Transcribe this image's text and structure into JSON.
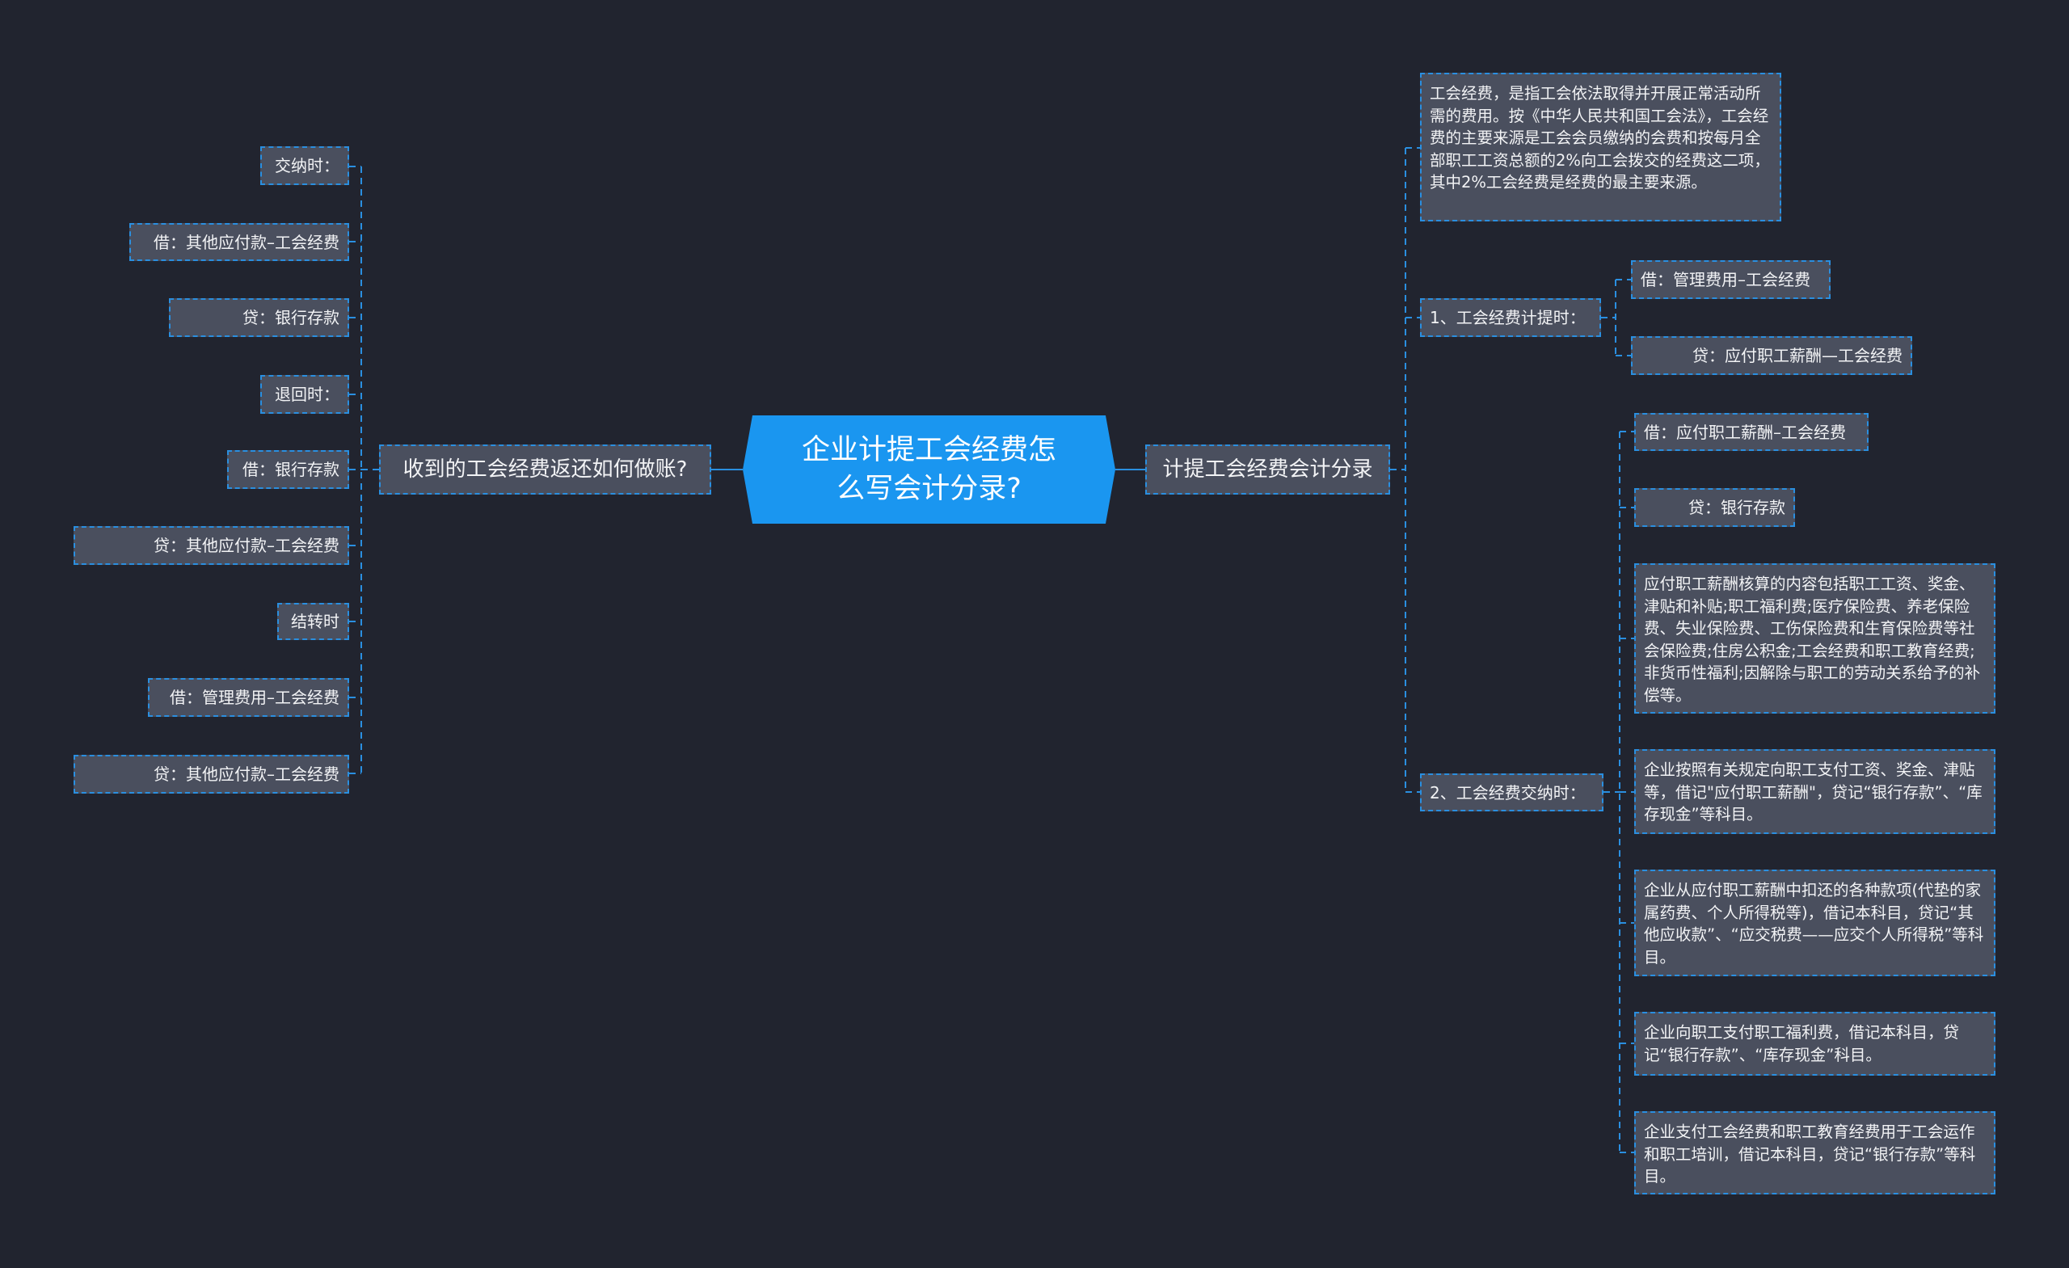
{
  "colors": {
    "background": "#21242f",
    "center": "#1a96f0",
    "node": "#4a4f5e",
    "border": "#2a8fe0"
  },
  "center": {
    "title": "企业计提工会经费怎么写会计分录?"
  },
  "left_branch": {
    "label": "收到的工会经费返还如何做账?",
    "children": [
      "交纳时：",
      "借：其他应付款–工会经费",
      "贷：银行存款",
      "退回时：",
      "借：银行存款",
      "贷：其他应付款–工会经费",
      "结转时",
      "借：管理费用–工会经费",
      "贷：其他应付款–工会经费"
    ]
  },
  "right_branch": {
    "label": "计提工会经费会计分录",
    "description": "工会经费，是指工会依法取得并开展正常活动所需的费用。按《中华人民共和国工会法》，工会经费的主要来源是工会会员缴纳的会费和按每月全部职工工资总额的2%向工会拨交的经费这二项，其中2%工会经费是经费的最主要来源。",
    "step1": {
      "label": "1、工会经费计提时：",
      "children": [
        "借：管理费用–工会经费",
        "贷：应付职工薪酬—工会经费"
      ]
    },
    "step2": {
      "label": "2、工会经费交纳时：",
      "children": [
        "借：应付职工薪酬–工会经费",
        "贷：银行存款",
        "应付职工薪酬核算的内容包括职工工资、奖金、津贴和补贴;职工福利费;医疗保险费、养老保险费、失业保险费、工伤保险费和生育保险费等社会保险费;住房公积金;工会经费和职工教育经费;非货币性福利;因解除与职工的劳动关系给予的补偿等。",
        "企业按照有关规定向职工支付工资、奖金、津贴等，借记\"应付职工薪酬\"，贷记“银行存款”、“库存现金”等科目。",
        "企业从应付职工薪酬中扣还的各种款项(代垫的家属药费、个人所得税等)，借记本科目，贷记“其他应收款”、“应交税费——应交个人所得税”等科目。",
        "企业向职工支付职工福利费，借记本科目，贷记“银行存款”、“库存现金”科目。",
        "企业支付工会经费和职工教育经费用于工会运作和职工培训，借记本科目，贷记“银行存款”等科目。"
      ]
    }
  }
}
